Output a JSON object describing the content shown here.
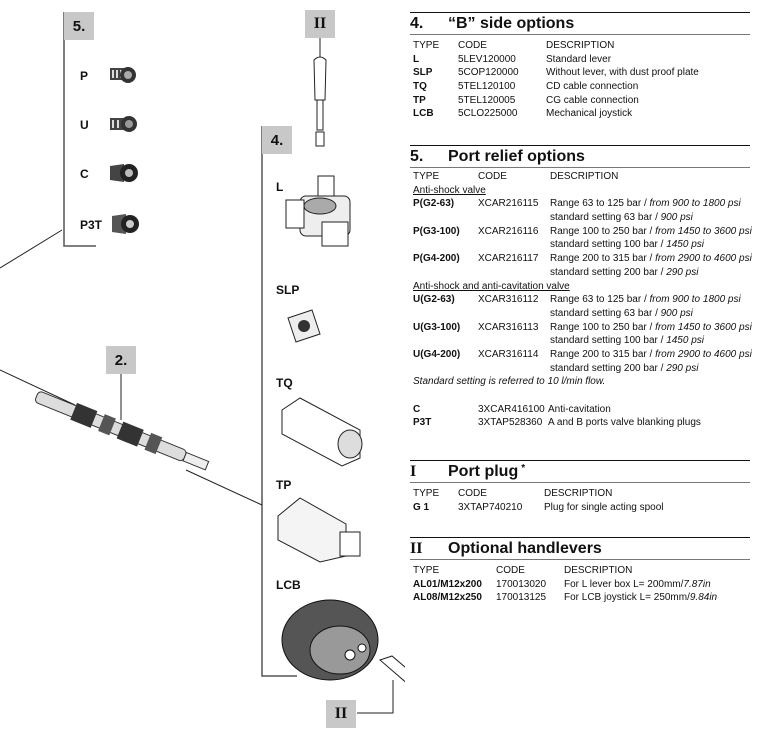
{
  "diagram": {
    "callout_5": "5.",
    "callout_4": "4.",
    "callout_2": "2.",
    "callout_II_top": "II",
    "callout_II_bottom": "II",
    "port_labels": [
      "P",
      "U",
      "C",
      "P3T"
    ],
    "lever_labels": [
      "L",
      "SLP",
      "TQ",
      "TP",
      "LCB"
    ]
  },
  "sec4": {
    "num": "4.",
    "title": "“B” side options",
    "cols": [
      "TYPE",
      "CODE",
      "DESCRIPTION"
    ],
    "rows": [
      {
        "type": "L",
        "code": "5LEV120000",
        "desc": "Standard lever"
      },
      {
        "type": "SLP",
        "code": "5COP120000",
        "desc": "Without lever, with dust proof plate"
      },
      {
        "type": "TQ",
        "code": "5TEL120100",
        "desc": "CD cable connection"
      },
      {
        "type": "TP",
        "code": "5TEL120005",
        "desc": "CG cable connection"
      },
      {
        "type": "LCB",
        "code": "5CLO225000",
        "desc": "Mechanical joystick"
      }
    ]
  },
  "sec5": {
    "num": "5.",
    "title": "Port relief options",
    "cols": [
      "TYPE",
      "CODE",
      "DESCRIPTION"
    ],
    "group1": "Anti-shock valve",
    "rows1": [
      {
        "type": "P(G2-63)",
        "code": "XCAR216115",
        "desc": "Range 63 to 125 bar / ",
        "desc_i": "from 900 to 1800 psi",
        "std": "standard setting 63 bar / ",
        "std_i": "900 psi"
      },
      {
        "type": "P(G3-100)",
        "code": "XCAR216116",
        "desc": "Range 100 to 250 bar / ",
        "desc_i": "from 1450 to 3600 psi",
        "std": "standard setting 100 bar / ",
        "std_i": "1450 psi"
      },
      {
        "type": "P(G4-200)",
        "code": "XCAR216117",
        "desc": "Range 200 to 315 bar / ",
        "desc_i": "from 2900 to 4600 psi",
        "std": "standard setting 200 bar / ",
        "std_i": "290 psi"
      }
    ],
    "group2": "Anti-shock and anti-cavitation valve",
    "rows2": [
      {
        "type": "U(G2-63)",
        "code": "XCAR316112",
        "desc": "Range 63 to 125 bar / ",
        "desc_i": "from 900 to 1800 psi",
        "std": "standard setting 63 bar / ",
        "std_i": "900 psi"
      },
      {
        "type": "U(G3-100)",
        "code": "XCAR316113",
        "desc": "Range 100 to 250 bar / ",
        "desc_i": "from 1450 to 3600 psi",
        "std": "standard setting 100 bar / ",
        "std_i": "1450 psi"
      },
      {
        "type": "U(G4-200)",
        "code": "XCAR316114",
        "desc": "Range 200 to 315 bar / ",
        "desc_i": "from 2900 to 4600 psi",
        "std": "standard setting 200 bar / ",
        "std_i": "290 psi"
      }
    ],
    "note": "Standard setting is referred to 10 l/min flow.",
    "rows3": [
      {
        "type": "C",
        "code": "3XCAR416100",
        "desc": "Anti-cavitation"
      },
      {
        "type": "P3T",
        "code": "3XTAP528360",
        "desc": "A and B ports valve blanking plugs"
      }
    ]
  },
  "secI": {
    "num": "I",
    "title": "Port plug",
    "mark": "*",
    "cols": [
      "TYPE",
      "CODE",
      "DESCRIPTION"
    ],
    "rows": [
      {
        "type": "G 1",
        "code": "3XTAP740210",
        "desc": "Plug for single acting spool"
      }
    ]
  },
  "secII": {
    "num": "II",
    "title": "Optional handlevers",
    "cols": [
      "TYPE",
      "CODE",
      "DESCRIPTION"
    ],
    "rows": [
      {
        "type": "AL01/M12x200",
        "code": "170013020",
        "desc": "For L lever box  L= 200mm/",
        "desc_i": "7.87in"
      },
      {
        "type": "AL08/M12x250",
        "code": "170013125",
        "desc": "For LCB joystick L= 250mm/",
        "desc_i": "9.84in"
      }
    ]
  }
}
